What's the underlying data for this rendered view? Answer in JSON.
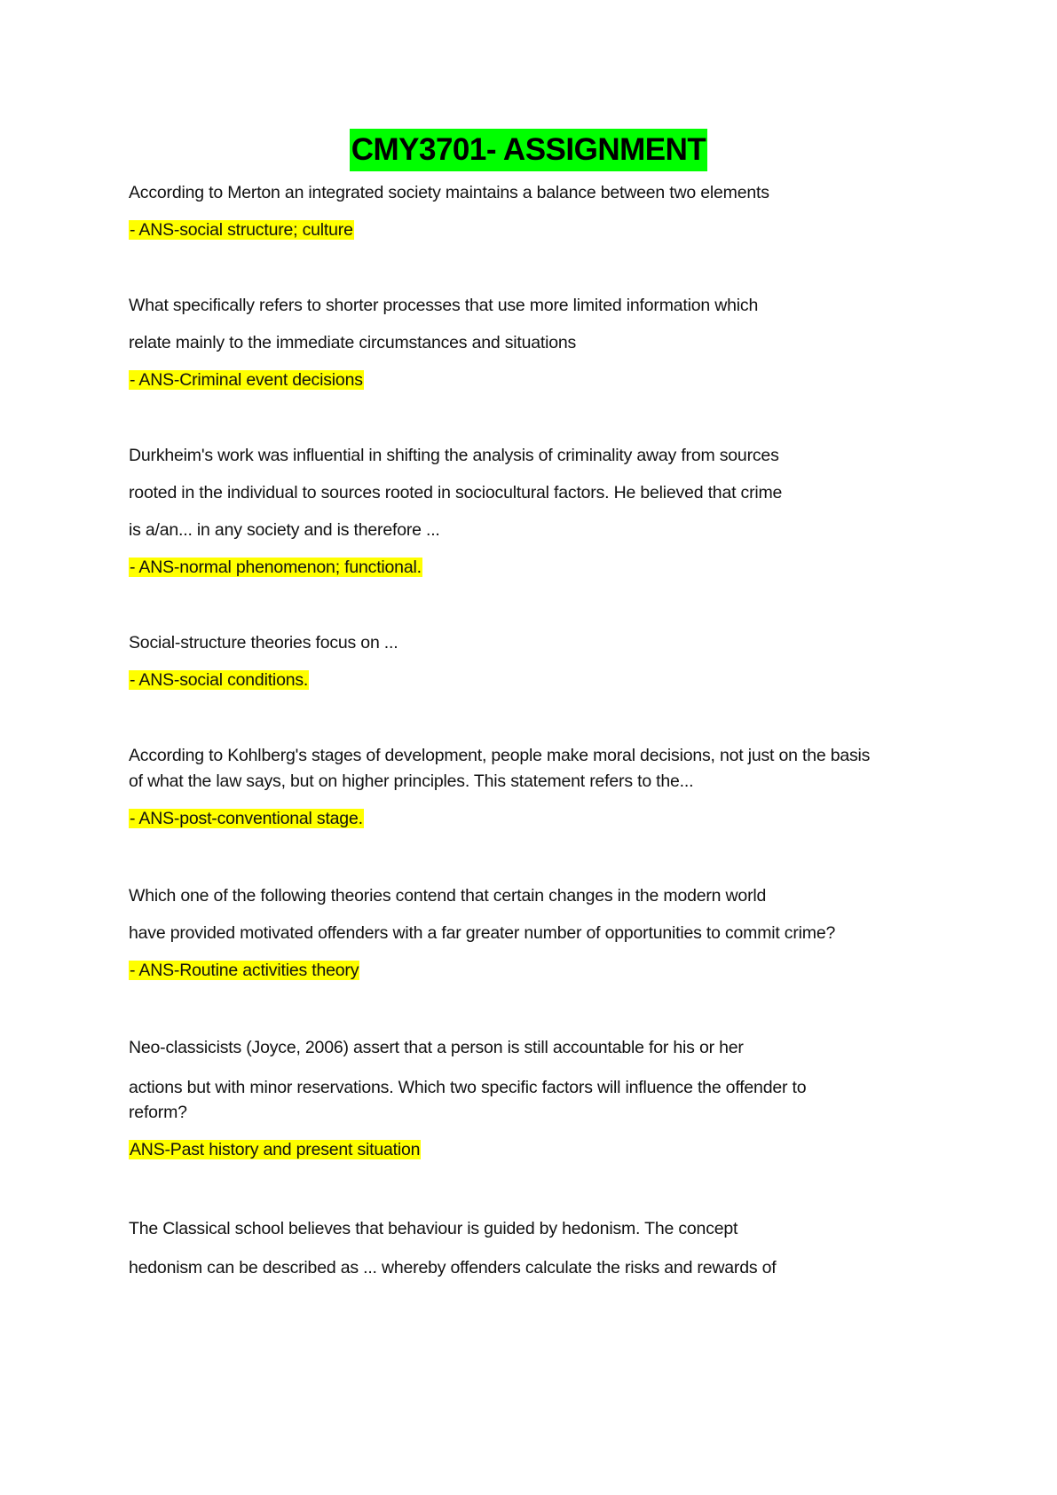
{
  "document": {
    "title": "CMY3701- ASSIGNMENT",
    "highlight_colors": {
      "title": "#00ff00",
      "answer": "#ffff00"
    },
    "questions": [
      {
        "question_lines": [
          "According to Merton an integrated society maintains a balance between two elements"
        ],
        "answer": "- ANS-social structure; culture"
      },
      {
        "question_lines": [
          "What specifically refers to shorter processes that use more limited information which",
          "relate mainly to the immediate circumstances and situations"
        ],
        "answer": "- ANS-Criminal event decisions"
      },
      {
        "question_lines": [
          "Durkheim's work was influential in shifting the analysis of criminality away from sources",
          "rooted in the individual to sources rooted in sociocultural factors. He believed that crime",
          "is a/an... in any society and is therefore ..."
        ],
        "answer": " - ANS-normal phenomenon; functional."
      },
      {
        "question_lines": [
          "Social-structure theories focus on ..."
        ],
        "answer": "- ANS-social conditions."
      },
      {
        "question_lines": [
          "According to Kohlberg's stages of development, people make moral decisions, not just on the basis",
          "of what the law says, but on higher principles. This statement refers to the..."
        ],
        "answer": " - ANS-post-conventional stage."
      },
      {
        "question_lines": [
          "Which one of the following theories contend that certain changes in the modern world",
          "have provided motivated offenders with a far greater number of opportunities to commit crime?"
        ],
        "answer": " - ANS-Routine activities theory"
      },
      {
        "question_lines": [
          "Neo-classicists (Joyce, 2006) assert that a person is still accountable for his or her",
          "actions but with minor reservations. Which two specific factors will influence the offender to",
          "reform?"
        ],
        "answer": "ANS-Past history and present situation"
      },
      {
        "question_lines": [
          "The Classical school believes that behaviour is guided by hedonism. The concept",
          "hedonism can be described as ... whereby offenders calculate the risks and rewards of"
        ],
        "answer": ""
      }
    ]
  }
}
